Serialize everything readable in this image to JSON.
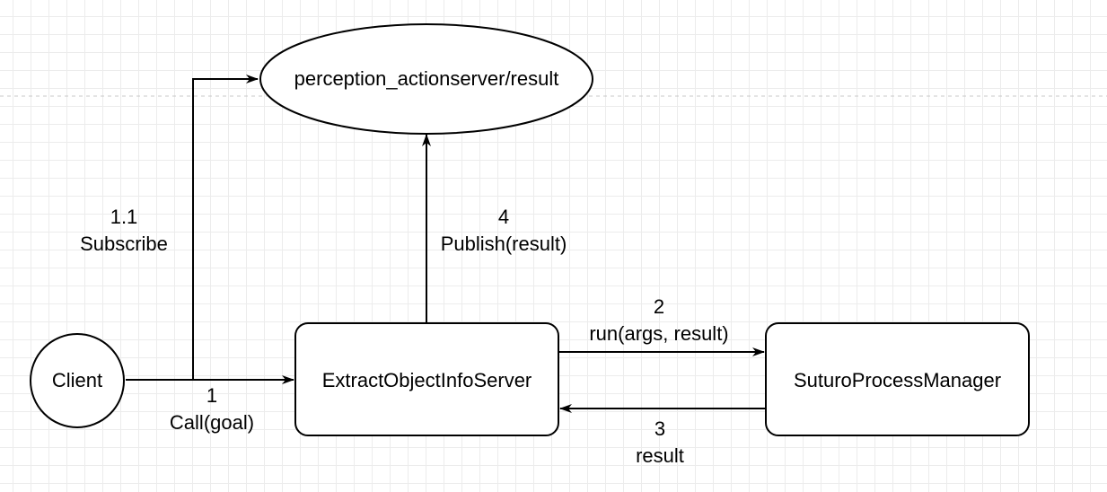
{
  "nodes": {
    "topic": "perception_actionserver/result",
    "client": "Client",
    "server": "ExtractObjectInfoServer",
    "manager": "SuturoProcessManager"
  },
  "edges": {
    "subscribe": {
      "step": "1.1",
      "text": "Subscribe"
    },
    "call": {
      "step": "1",
      "text": "Call(goal)"
    },
    "run": {
      "step": "2",
      "text": "run(args, result)"
    },
    "result": {
      "step": "3",
      "text": "result"
    },
    "publish": {
      "step": "4",
      "text": "Publish(result)"
    }
  },
  "colors": {
    "stroke": "#000000",
    "fill": "#ffffff",
    "grid": "#ececec",
    "page_divider": "#c8c8c8"
  }
}
